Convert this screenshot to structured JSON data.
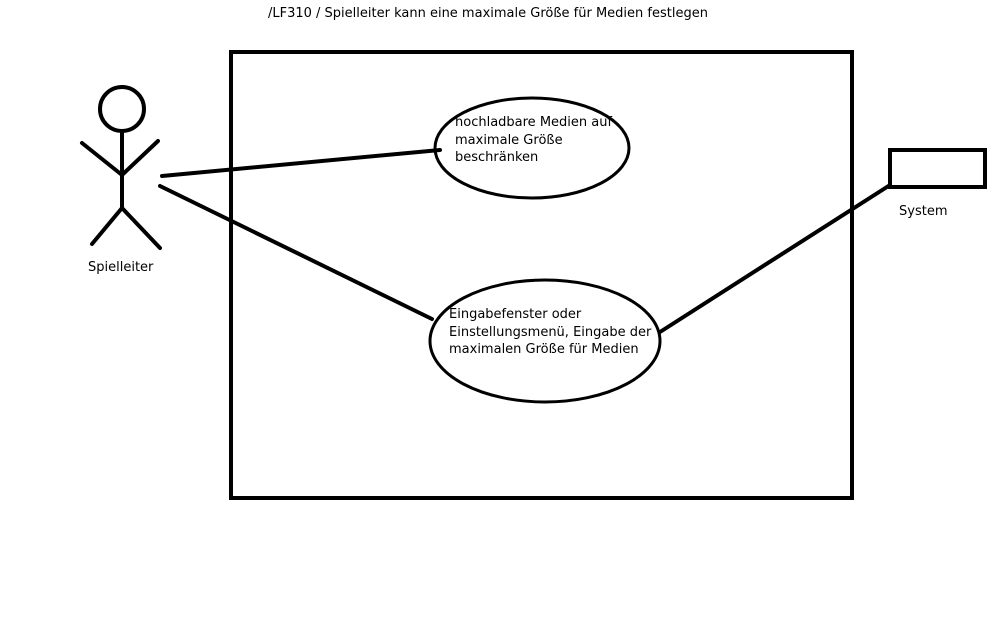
{
  "title": "/LF310 / Spielleiter kann eine maximale Größe für Medien festlegen",
  "actors": {
    "primary": {
      "name": "Spielleiter"
    },
    "secondary": {
      "name": "System"
    }
  },
  "use_cases": [
    {
      "lines": [
        "hochladbare Medien auf",
        "maximale Größe",
        "beschränken"
      ]
    },
    {
      "lines": [
        "Eingabefenster oder",
        "Einstellungsmenü, Eingabe der",
        "maximalen Größe für Medien"
      ]
    }
  ],
  "colors": {
    "stroke": "#000000",
    "background": "#ffffff"
  }
}
